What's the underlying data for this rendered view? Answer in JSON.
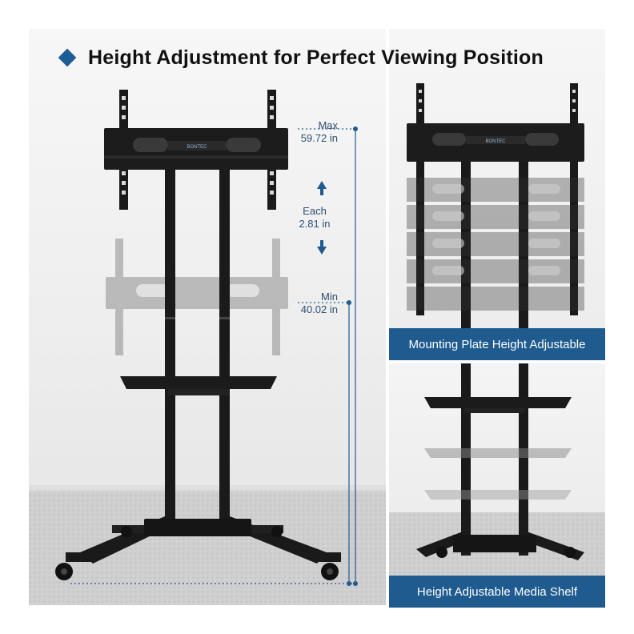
{
  "heading": {
    "title": "Height Adjustment for Perfect Viewing Position",
    "bullet_icon": "diamond-icon",
    "bullet_color": "#1f5d97"
  },
  "brand": {
    "logo_text": "BONTEC"
  },
  "measurements": {
    "max_label": "Max",
    "max_value": "59.72 in",
    "min_label": "Min",
    "min_value": "40.02 in",
    "step_label": "Each",
    "step_value": "2.81 in",
    "line_color": "#1f5b8f"
  },
  "captions": {
    "mounting_plate": "Mounting Plate Height Adjustable",
    "media_shelf": "Height Adjustable Media Shelf",
    "bar_color": "#1f5b8f"
  },
  "colors": {
    "stand": "#1a1a1a",
    "background": "#ececec"
  }
}
